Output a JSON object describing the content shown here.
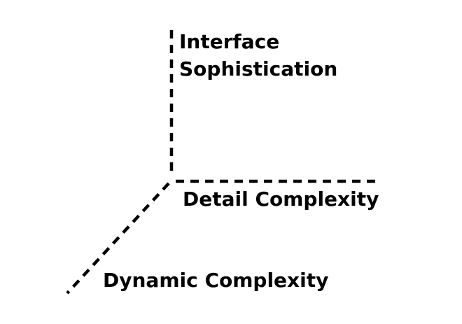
{
  "diagram": {
    "background_color": "#ffffff",
    "line_color": "#000000",
    "line_style": "dashed",
    "axes": [
      {
        "id": "vertical-axis",
        "direction": "up",
        "label": "Interface\nSophistication"
      },
      {
        "id": "horizontal-axis",
        "direction": "right",
        "label": "Detail Complexity"
      },
      {
        "id": "diagonal-axis",
        "direction": "down-left",
        "label": "Dynamic Complexity"
      }
    ]
  }
}
